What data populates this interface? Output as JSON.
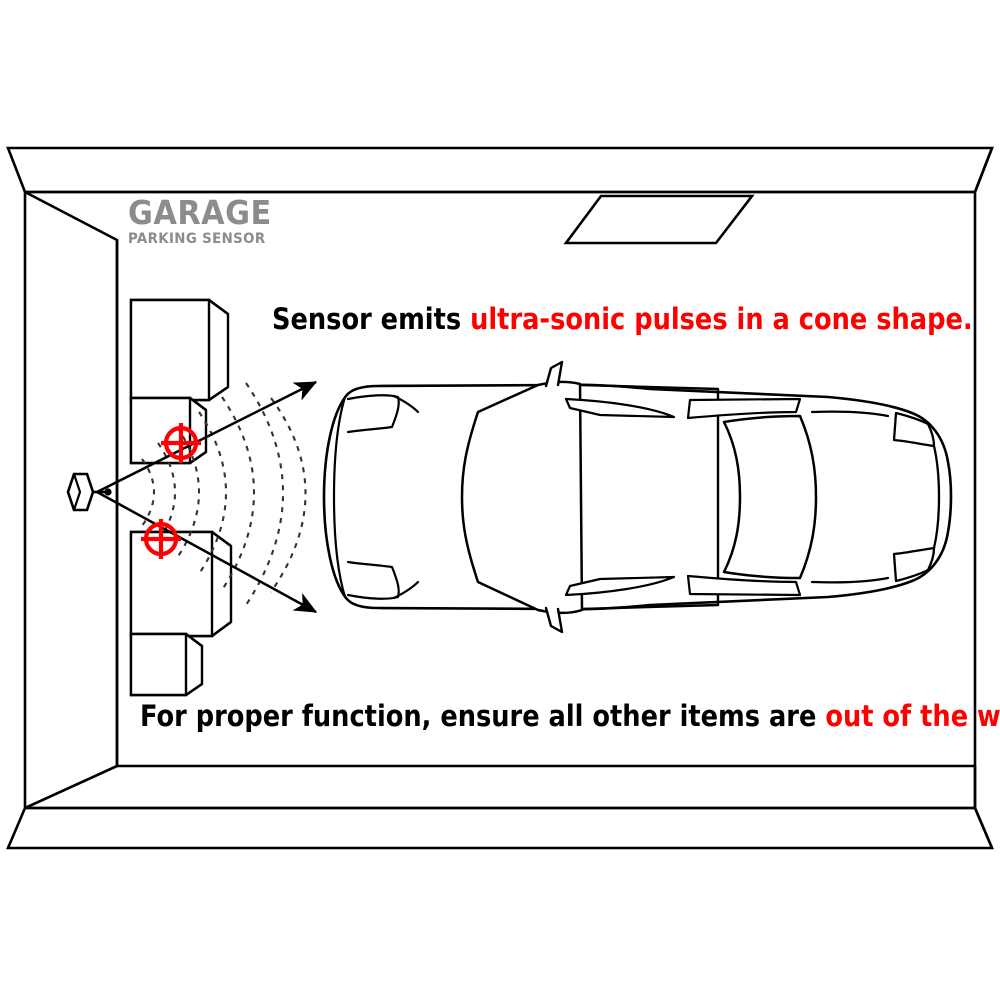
{
  "diagram": {
    "title": "Garage Parking Sensor ultra-sonic cone coverage diagram",
    "logo": {
      "main": "GARAGE",
      "sub": "PARKING SENSOR",
      "color": "#8c8c8c"
    },
    "headline_top": {
      "black_part": "Sensor emits ",
      "red_part": "ultra-sonic pulses in a cone shape."
    },
    "headline_bottom": {
      "black_part": "For proper function, ensure all other items are ",
      "red_part": "out of the way."
    },
    "colors": {
      "accent_red": "#ff0000",
      "ink": "#000000",
      "logo_gray": "#8c8c8c",
      "background": "#ffffff"
    },
    "elements": {
      "sensor_label": "ultrasonic-sensor",
      "target_label": "obstruction-target-marker",
      "box_label": "storage-box",
      "car_label": "car-top-view",
      "wave_label": "ultrasonic-wave-arc",
      "cone_label": "cone-boundary-arrow",
      "room_label": "garage-room"
    },
    "counts": {
      "targets": 2,
      "boxes": 4,
      "wave_arcs": 7,
      "cone_arrows": 2
    }
  }
}
